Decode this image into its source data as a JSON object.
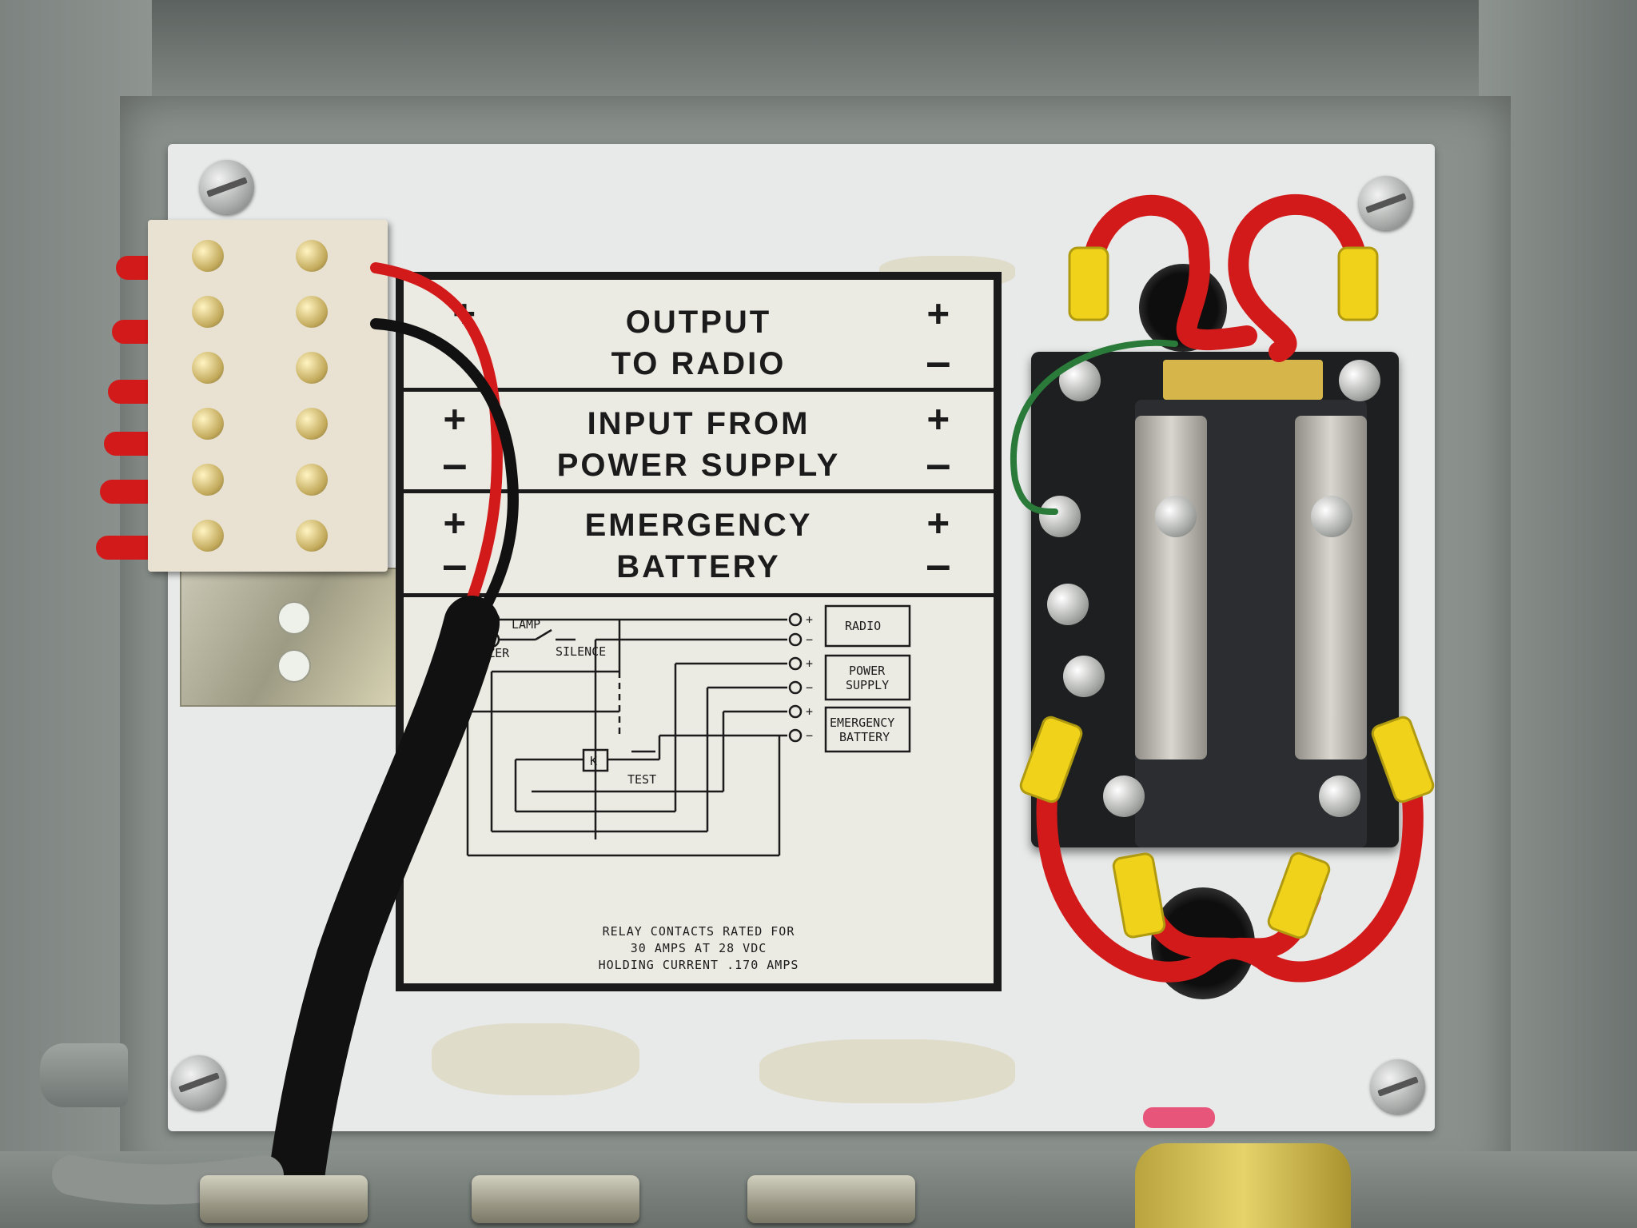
{
  "panel": {
    "output": {
      "line1": "OUTPUT",
      "line2": "TO RADIO"
    },
    "input": {
      "line1": "INPUT FROM",
      "line2": "POWER SUPPLY"
    },
    "battery": {
      "line1": "EMERGENCY",
      "line2": "BATTERY"
    },
    "plus": "+",
    "minus": "—"
  },
  "schematic": {
    "lamp": "LAMP",
    "buzzer": "BUZZER",
    "silence": "SILENCE",
    "radio": "RADIO",
    "power1": "POWER",
    "power2": "SUPPLY",
    "emerg1": "EMERGENCY",
    "emerg2": "BATTERY",
    "k": "K",
    "test": "TEST",
    "plus": "+",
    "minus": "−"
  },
  "rating": {
    "line1": "RELAY CONTACTS RATED FOR",
    "line2": "30 AMPS AT 28 VDC",
    "line3": "HOLDING CURRENT .170 AMPS"
  },
  "colors": {
    "red_wire": "#d21a1a",
    "black_wire": "#111111",
    "yellow_terminal": "#f0d21a",
    "green_wire": "#2a7a3a"
  }
}
